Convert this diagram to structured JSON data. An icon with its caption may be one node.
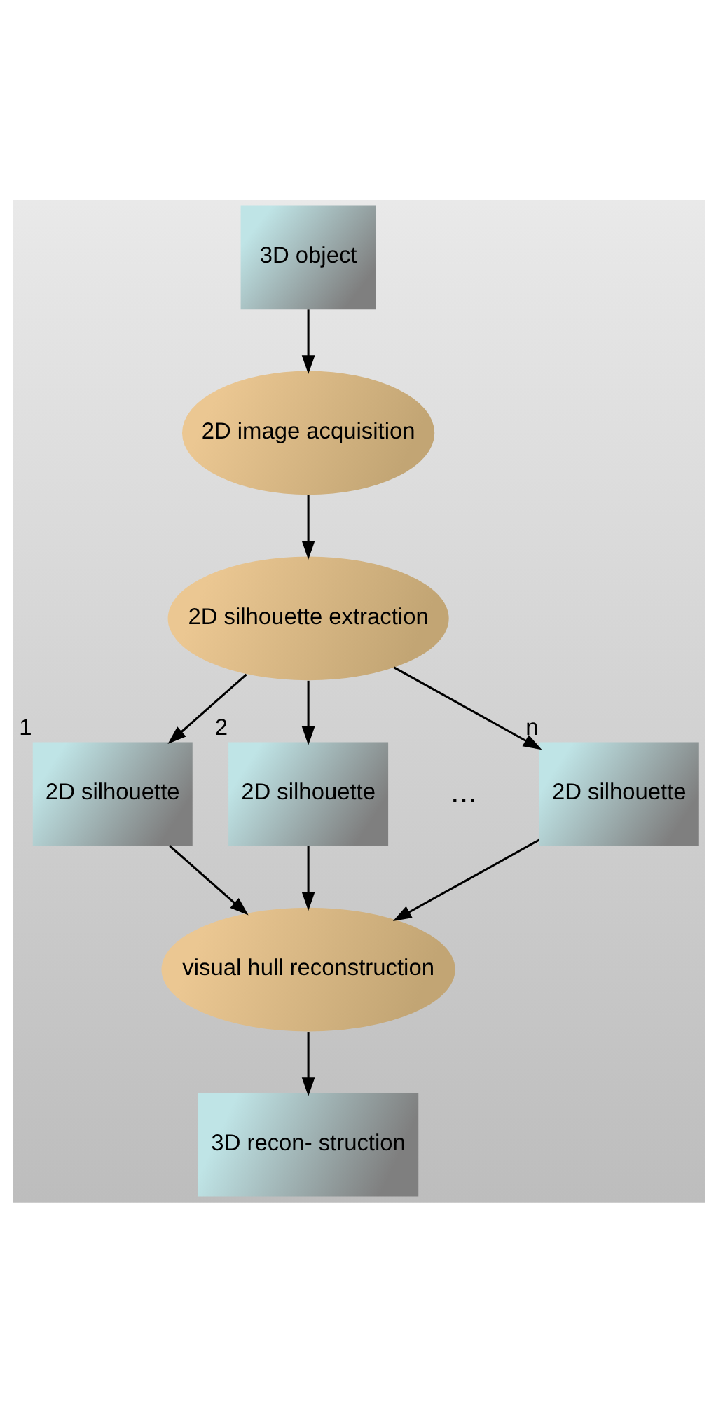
{
  "diagram": {
    "nodes": [
      {
        "text": [
          "3D object"
        ]
      },
      {
        "text": [
          "2D image acquisition"
        ]
      },
      {
        "text": [
          "2D silhouette extraction"
        ]
      },
      {
        "text": [
          "2D silhouette"
        ],
        "beside": [
          "1"
        ]
      },
      {
        "text": [
          "2D silhouette"
        ],
        "beside": [
          "2"
        ]
      },
      {
        "text": [
          "2D silhouette"
        ],
        "beside": [
          "n"
        ]
      },
      {
        "text": [
          "visual hull reconstruction"
        ]
      },
      {
        "text": [
          "3D recon- struction"
        ]
      }
    ],
    "edges": [
      {
        "from": 0,
        "to": 1,
        "arrow": "to"
      },
      {
        "from": 1,
        "to": 2,
        "arrow": "to"
      },
      {
        "from": 2,
        "to": 3,
        "arrow": "to"
      },
      {
        "from": 2,
        "to": 4,
        "arrow": "to"
      },
      {
        "from": 2,
        "to": 5,
        "arrow": "to"
      },
      {
        "from": 3,
        "to": 6,
        "arrow": "to"
      },
      {
        "from": 4,
        "to": 6,
        "arrow": "to"
      },
      {
        "from": 5,
        "to": 6,
        "arrow": "to"
      },
      {
        "from": 6,
        "to": 7,
        "arrow": "to"
      }
    ],
    "labels": [
      "..."
    ]
  }
}
